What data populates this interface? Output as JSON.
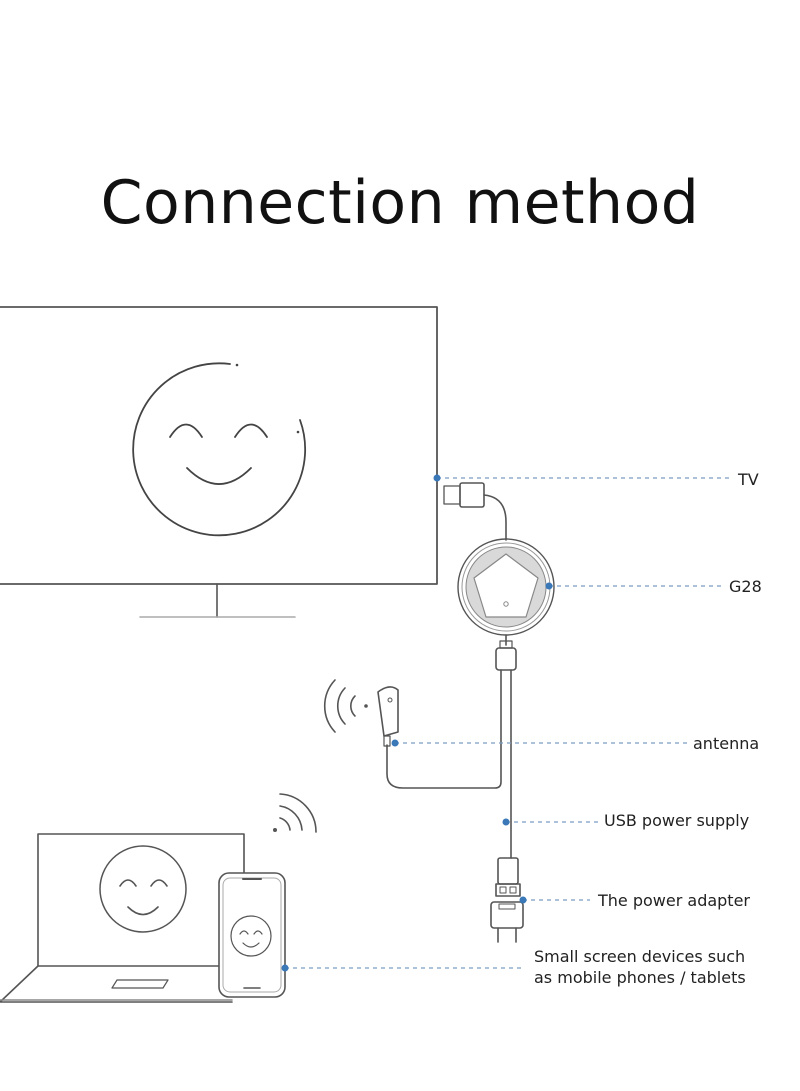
{
  "title": "Connection method",
  "labels": {
    "tv": "TV",
    "g28": "G28",
    "antenna": "antenna",
    "usb": "USB power supply",
    "adapter": "The power adapter",
    "small_line1": "Small screen devices such",
    "small_line2": "as mobile phones / tablets"
  },
  "colors": {
    "line": "#555555",
    "leader": "#7a9ec4",
    "dot": "#3a78b8",
    "text": "#222222"
  },
  "icons": [
    "smiley-face-icon",
    "wifi-signal-icon",
    "usb-plug-icon",
    "power-adapter-icon"
  ]
}
